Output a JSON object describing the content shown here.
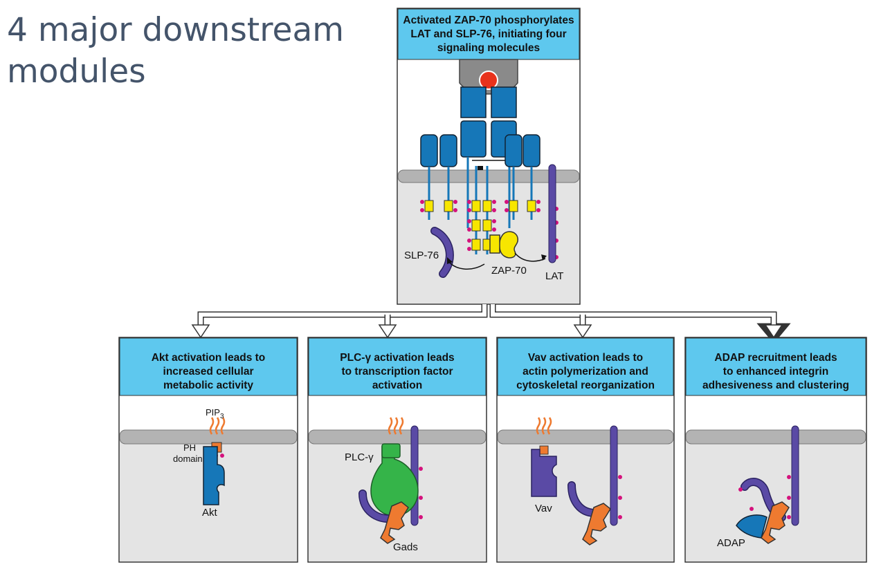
{
  "title_line1": "4 major downstream",
  "title_line2": "modules",
  "top_panel": {
    "header": [
      "Activated ZAP-70 phosphorylates",
      "LAT and SLP-76, initiating four",
      "signaling molecules"
    ],
    "labels": {
      "slp76": "SLP-76",
      "zap70": "ZAP-70",
      "lat": "LAT"
    }
  },
  "modules": [
    {
      "header": [
        "Akt activation leads to",
        "increased cellular",
        "metabolic activity"
      ],
      "labels": {
        "pip3": "PIP",
        "pip3_sub": "3",
        "ph_line1": "PH",
        "ph_line2": "domain",
        "akt": "Akt"
      }
    },
    {
      "header": [
        "PLC-γ activation leads",
        "to transcription factor",
        "activation"
      ],
      "labels": {
        "plcg": "PLC-γ",
        "gads": "Gads"
      }
    },
    {
      "header": [
        "Vav activation leads to",
        "actin polymerization and",
        "cytoskeletal reorganization"
      ],
      "labels": {
        "vav": "Vav"
      }
    },
    {
      "header": [
        "ADAP recruitment leads",
        "to enhanced integrin",
        "adhesiveness and clustering"
      ],
      "labels": {
        "adap": "ADAP"
      }
    }
  ],
  "colors": {
    "header_bg": "#5ec8ee",
    "membrane": "#b3b3b3",
    "cytoplasm": "#e4e4e4",
    "receptor_blue": "#1677b8",
    "itam_yellow": "#f7e600",
    "lat_purple": "#5a4aa5",
    "phospho_magenta": "#d4127d",
    "adaptor_orange": "#ee7a30",
    "plcg_green": "#35b449",
    "mhc_red": "#e8321c"
  }
}
